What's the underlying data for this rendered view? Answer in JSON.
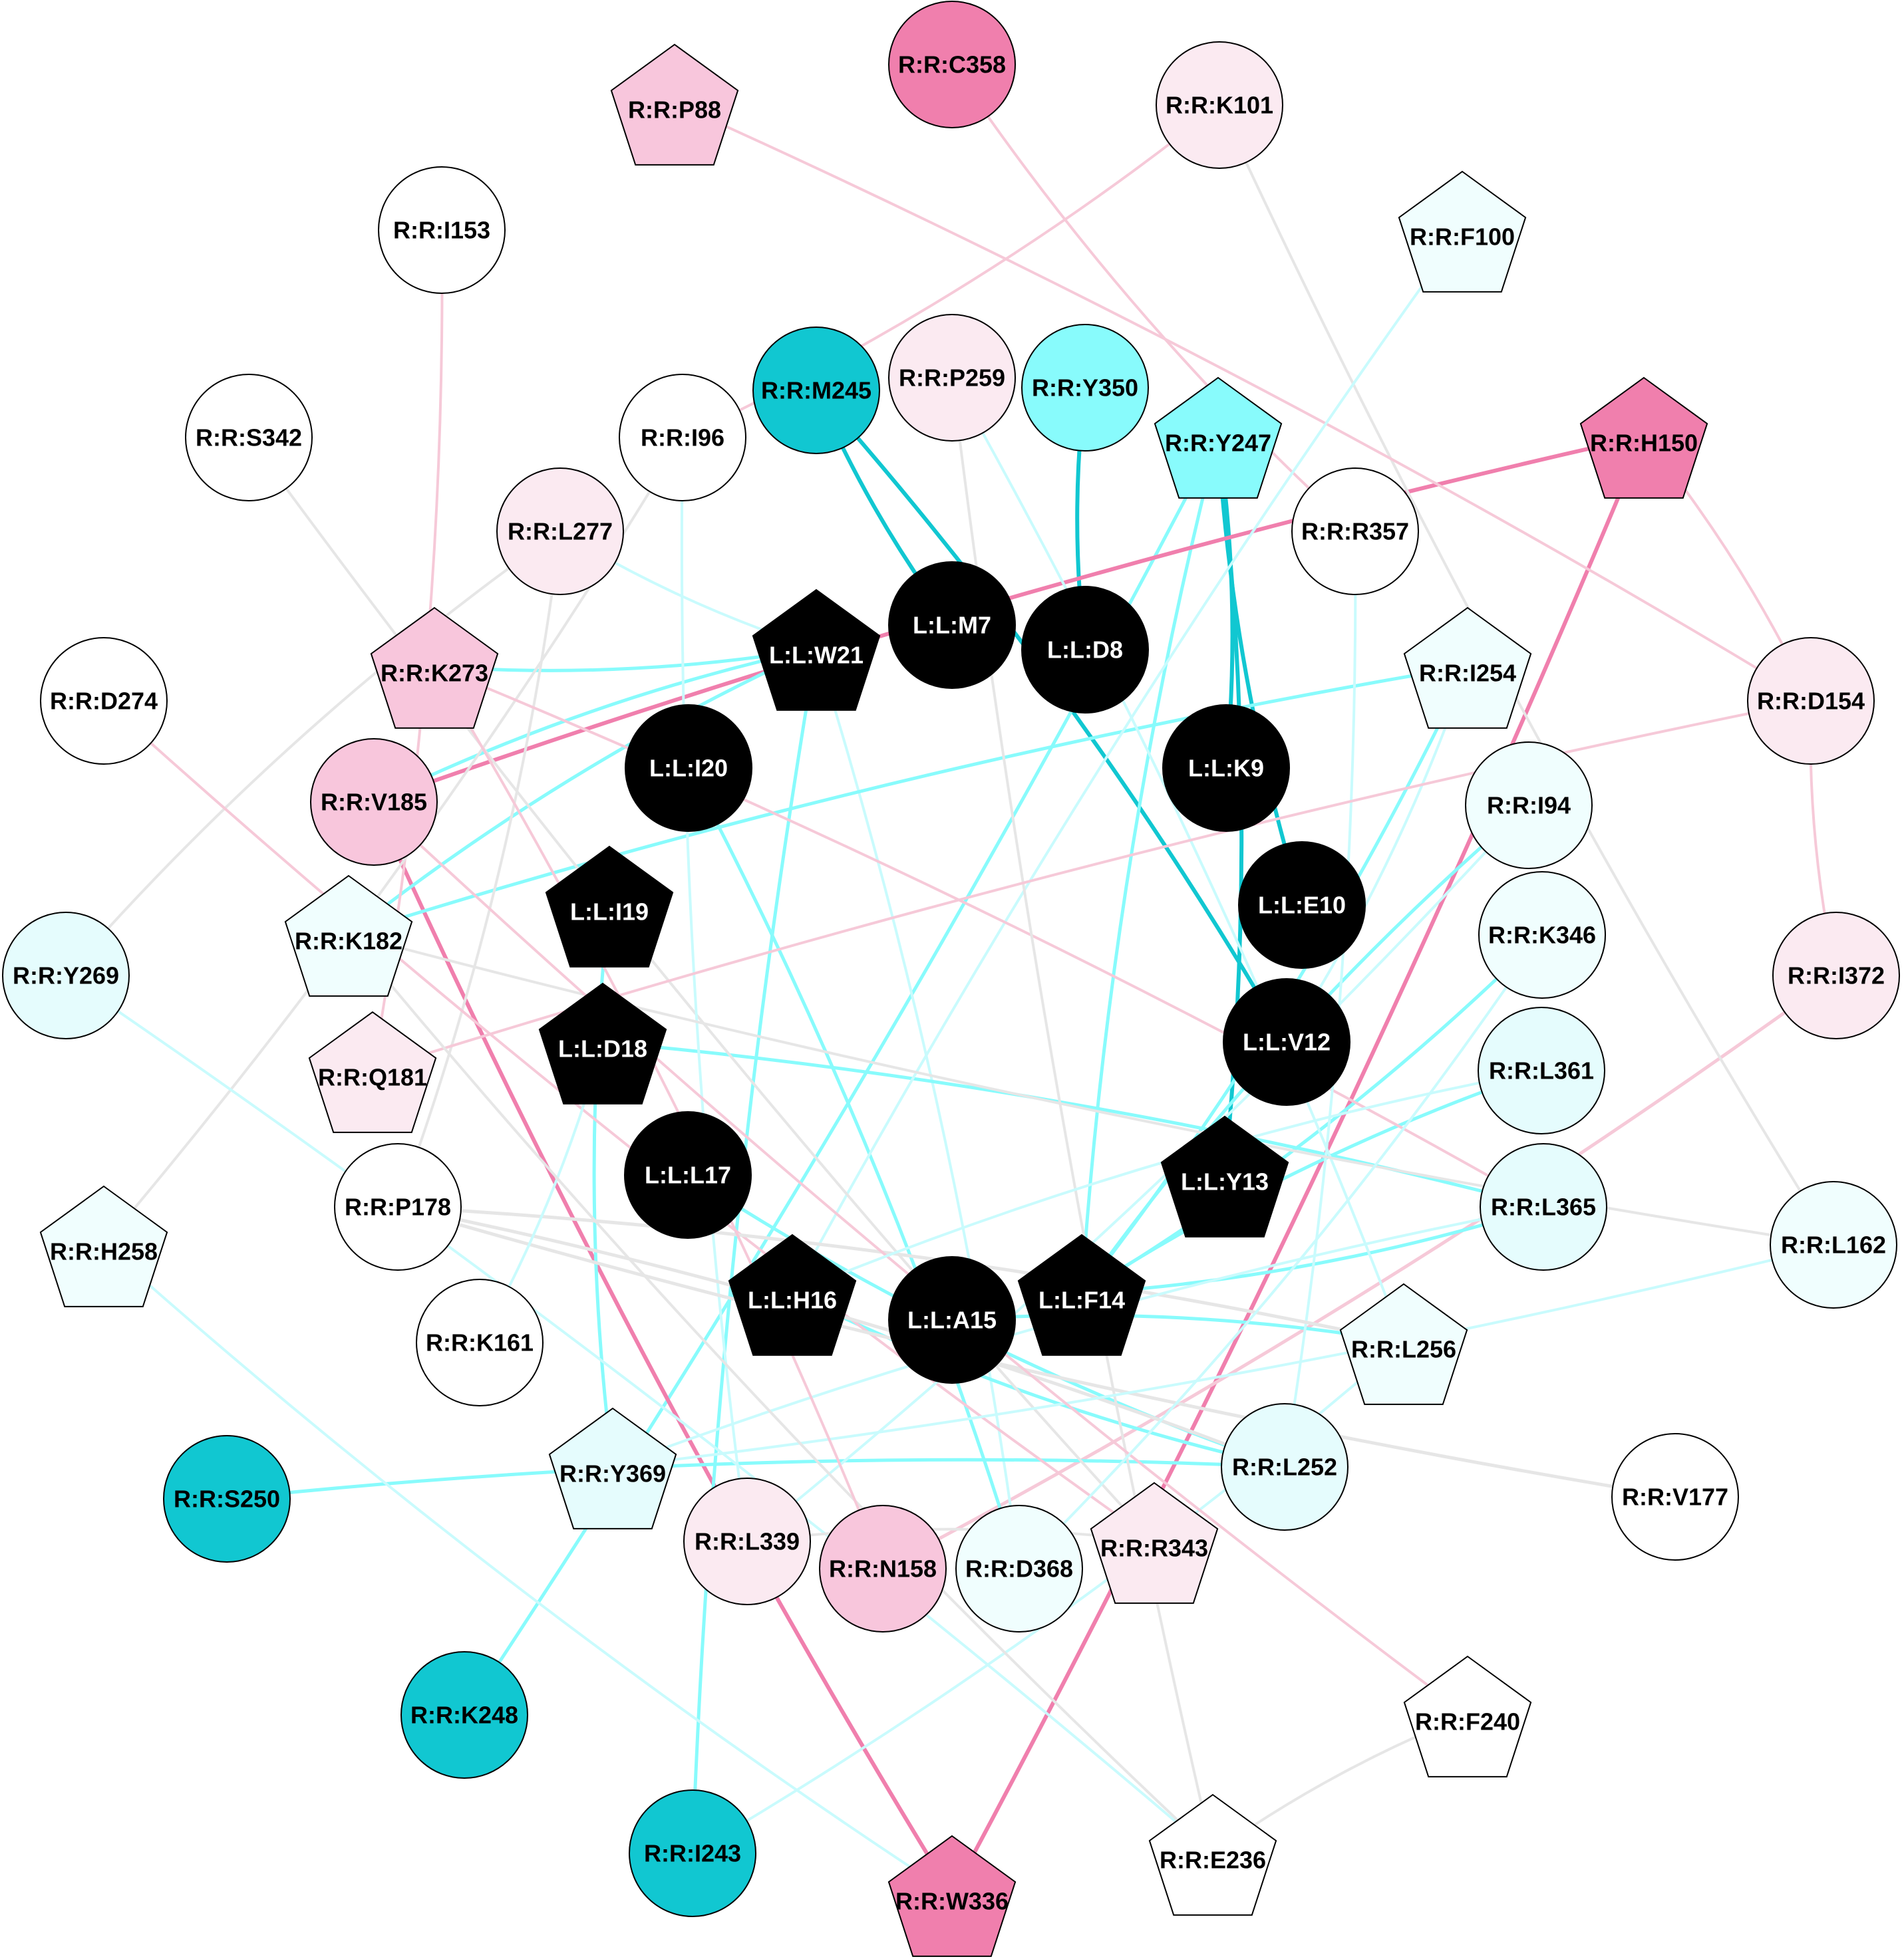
{
  "colors": {
    "ligand": "#000000",
    "dark_teal": "#11c7d1",
    "cyan": "#88fbfc",
    "light_cyan": "#e5fcfd",
    "pale_cyan": "#f0fefe",
    "hot_pink": "#f07fad",
    "pink": "#f8c6dc",
    "pale_pink": "#fbeaf1",
    "white": "#ffffff",
    "edge_grey": "#e6e6e6",
    "edge_pink": "#f6c9d8",
    "edge_light_cyan": "#c9fbfd"
  },
  "nodes": [
    {
      "id": "R:R:P88",
      "label": "R:R:P88",
      "shape": "pentagon",
      "fill": "pink",
      "ligand": false
    },
    {
      "id": "R:R:C358",
      "label": "R:R:C358",
      "shape": "circle",
      "fill": "hot_pink",
      "ligand": false
    },
    {
      "id": "R:R:K101",
      "label": "R:R:K101",
      "shape": "circle",
      "fill": "pale_pink",
      "ligand": false
    },
    {
      "id": "R:R:I153",
      "label": "R:R:I153",
      "shape": "circle",
      "fill": "white",
      "ligand": false
    },
    {
      "id": "R:R:F100",
      "label": "R:R:F100",
      "shape": "pentagon",
      "fill": "pale_cyan",
      "ligand": false
    },
    {
      "id": "R:R:M245",
      "label": "R:R:M245",
      "shape": "circle",
      "fill": "dark_teal",
      "ligand": false
    },
    {
      "id": "R:R:P259",
      "label": "R:R:P259",
      "shape": "circle",
      "fill": "pale_pink",
      "ligand": false
    },
    {
      "id": "R:R:Y350",
      "label": "R:R:Y350",
      "shape": "circle",
      "fill": "cyan",
      "ligand": false
    },
    {
      "id": "R:R:Y247",
      "label": "R:R:Y247",
      "shape": "pentagon",
      "fill": "cyan",
      "ligand": false
    },
    {
      "id": "R:R:H150",
      "label": "R:R:H150",
      "shape": "pentagon",
      "fill": "hot_pink",
      "ligand": false
    },
    {
      "id": "R:R:S342",
      "label": "R:R:S342",
      "shape": "circle",
      "fill": "white",
      "ligand": false
    },
    {
      "id": "R:R:I96",
      "label": "R:R:I96",
      "shape": "circle",
      "fill": "white",
      "ligand": false
    },
    {
      "id": "R:R:L277",
      "label": "R:R:L277",
      "shape": "circle",
      "fill": "pale_pink",
      "ligand": false
    },
    {
      "id": "R:R:R357",
      "label": "R:R:R357",
      "shape": "circle",
      "fill": "white",
      "ligand": false
    },
    {
      "id": "R:R:K273",
      "label": "R:R:K273",
      "shape": "pentagon",
      "fill": "pink",
      "ligand": false
    },
    {
      "id": "R:R:I254",
      "label": "R:R:I254",
      "shape": "pentagon",
      "fill": "pale_cyan",
      "ligand": false
    },
    {
      "id": "R:R:D154",
      "label": "R:R:D154",
      "shape": "circle",
      "fill": "pale_pink",
      "ligand": false
    },
    {
      "id": "R:R:D274",
      "label": "R:R:D274",
      "shape": "circle",
      "fill": "white",
      "ligand": false
    },
    {
      "id": "R:R:V185",
      "label": "R:R:V185",
      "shape": "circle",
      "fill": "pink",
      "ligand": false
    },
    {
      "id": "R:R:I94",
      "label": "R:R:I94",
      "shape": "circle",
      "fill": "pale_cyan",
      "ligand": false
    },
    {
      "id": "R:R:K182",
      "label": "R:R:K182",
      "shape": "pentagon",
      "fill": "pale_cyan",
      "ligand": false
    },
    {
      "id": "R:R:K346",
      "label": "R:R:K346",
      "shape": "circle",
      "fill": "pale_cyan",
      "ligand": false
    },
    {
      "id": "R:R:Y269",
      "label": "R:R:Y269",
      "shape": "circle",
      "fill": "light_cyan",
      "ligand": false
    },
    {
      "id": "R:R:I372",
      "label": "R:R:I372",
      "shape": "circle",
      "fill": "pale_pink",
      "ligand": false
    },
    {
      "id": "R:R:Q181",
      "label": "R:R:Q181",
      "shape": "pentagon",
      "fill": "pale_pink",
      "ligand": false
    },
    {
      "id": "R:R:L361",
      "label": "R:R:L361",
      "shape": "circle",
      "fill": "light_cyan",
      "ligand": false
    },
    {
      "id": "R:R:P178",
      "label": "R:R:P178",
      "shape": "circle",
      "fill": "white",
      "ligand": false
    },
    {
      "id": "R:R:L365",
      "label": "R:R:L365",
      "shape": "circle",
      "fill": "light_cyan",
      "ligand": false
    },
    {
      "id": "R:R:H258",
      "label": "R:R:H258",
      "shape": "pentagon",
      "fill": "pale_cyan",
      "ligand": false
    },
    {
      "id": "R:R:L162",
      "label": "R:R:L162",
      "shape": "circle",
      "fill": "pale_cyan",
      "ligand": false
    },
    {
      "id": "R:R:K161",
      "label": "R:R:K161",
      "shape": "circle",
      "fill": "white",
      "ligand": false
    },
    {
      "id": "R:R:L256",
      "label": "R:R:L256",
      "shape": "pentagon",
      "fill": "pale_cyan",
      "ligand": false
    },
    {
      "id": "R:R:Y369",
      "label": "R:R:Y369",
      "shape": "pentagon",
      "fill": "light_cyan",
      "ligand": false
    },
    {
      "id": "R:R:L252",
      "label": "R:R:L252",
      "shape": "circle",
      "fill": "light_cyan",
      "ligand": false
    },
    {
      "id": "R:R:V177",
      "label": "R:R:V177",
      "shape": "circle",
      "fill": "white",
      "ligand": false
    },
    {
      "id": "R:R:S250",
      "label": "R:R:S250",
      "shape": "circle",
      "fill": "dark_teal",
      "ligand": false
    },
    {
      "id": "R:R:L339",
      "label": "R:R:L339",
      "shape": "circle",
      "fill": "pale_pink",
      "ligand": false
    },
    {
      "id": "R:R:N158",
      "label": "R:R:N158",
      "shape": "circle",
      "fill": "pink",
      "ligand": false
    },
    {
      "id": "R:R:D368",
      "label": "R:R:D368",
      "shape": "circle",
      "fill": "pale_cyan",
      "ligand": false
    },
    {
      "id": "R:R:R343",
      "label": "R:R:R343",
      "shape": "pentagon",
      "fill": "pale_pink",
      "ligand": false
    },
    {
      "id": "R:R:K248",
      "label": "R:R:K248",
      "shape": "circle",
      "fill": "dark_teal",
      "ligand": false
    },
    {
      "id": "R:R:F240",
      "label": "R:R:F240",
      "shape": "pentagon",
      "fill": "white",
      "ligand": false
    },
    {
      "id": "R:R:I243",
      "label": "R:R:I243",
      "shape": "circle",
      "fill": "dark_teal",
      "ligand": false
    },
    {
      "id": "R:R:E236",
      "label": "R:R:E236",
      "shape": "pentagon",
      "fill": "white",
      "ligand": false
    },
    {
      "id": "R:R:W336",
      "label": "R:R:W336",
      "shape": "pentagon",
      "fill": "hot_pink",
      "ligand": false
    },
    {
      "id": "L:L:W21",
      "label": "L:L:W21",
      "shape": "pentagon",
      "fill": "ligand",
      "ligand": true
    },
    {
      "id": "L:L:M7",
      "label": "L:L:M7",
      "shape": "circle",
      "fill": "ligand",
      "ligand": true
    },
    {
      "id": "L:L:D8",
      "label": "L:L:D8",
      "shape": "circle",
      "fill": "ligand",
      "ligand": true
    },
    {
      "id": "L:L:I20",
      "label": "L:L:I20",
      "shape": "circle",
      "fill": "ligand",
      "ligand": true
    },
    {
      "id": "L:L:K9",
      "label": "L:L:K9",
      "shape": "circle",
      "fill": "ligand",
      "ligand": true
    },
    {
      "id": "L:L:I19",
      "label": "L:L:I19",
      "shape": "pentagon",
      "fill": "ligand",
      "ligand": true
    },
    {
      "id": "L:L:E10",
      "label": "L:L:E10",
      "shape": "circle",
      "fill": "ligand",
      "ligand": true
    },
    {
      "id": "L:L:D18",
      "label": "L:L:D18",
      "shape": "pentagon",
      "fill": "ligand",
      "ligand": true
    },
    {
      "id": "L:L:V12",
      "label": "L:L:V12",
      "shape": "circle",
      "fill": "ligand",
      "ligand": true
    },
    {
      "id": "L:L:L17",
      "label": "L:L:L17",
      "shape": "circle",
      "fill": "ligand",
      "ligand": true
    },
    {
      "id": "L:L:Y13",
      "label": "L:L:Y13",
      "shape": "pentagon",
      "fill": "ligand",
      "ligand": true
    },
    {
      "id": "L:L:H16",
      "label": "L:L:H16",
      "shape": "pentagon",
      "fill": "ligand",
      "ligand": true
    },
    {
      "id": "L:L:A15",
      "label": "L:L:A15",
      "shape": "circle",
      "fill": "ligand",
      "ligand": true
    },
    {
      "id": "L:L:F14",
      "label": "L:L:F14",
      "shape": "pentagon",
      "fill": "ligand",
      "ligand": true
    }
  ],
  "edges": [
    {
      "source": "R:R:M245",
      "target": "L:L:M7",
      "color": "dark_teal",
      "weight": "strong"
    },
    {
      "source": "R:R:M245",
      "target": "L:L:V12",
      "color": "dark_teal",
      "weight": "strong"
    },
    {
      "source": "R:R:Y350",
      "target": "L:L:D8",
      "color": "dark_teal",
      "weight": "strong"
    },
    {
      "source": "R:R:Y247",
      "target": "L:L:K9",
      "color": "dark_teal",
      "weight": "strong"
    },
    {
      "source": "R:R:Y247",
      "target": "L:L:E10",
      "color": "dark_teal",
      "weight": "strong"
    },
    {
      "source": "R:R:Y247",
      "target": "L:L:Y13",
      "color": "dark_teal",
      "weight": "strong"
    },
    {
      "source": "R:R:Y247",
      "target": "L:L:F14",
      "color": "cyan",
      "weight": "medium"
    },
    {
      "source": "R:R:Y247",
      "target": "R:R:K248",
      "color": "cyan",
      "weight": "medium"
    },
    {
      "source": "R:R:H150",
      "target": "R:R:V185",
      "color": "hot_pink",
      "weight": "strong"
    },
    {
      "source": "R:R:H150",
      "target": "R:R:W336",
      "color": "hot_pink",
      "weight": "strong"
    },
    {
      "source": "R:R:V185",
      "target": "R:R:W336",
      "color": "hot_pink",
      "weight": "strong"
    },
    {
      "source": "R:R:H150",
      "target": "R:R:D154",
      "color": "edge_pink",
      "weight": "light"
    },
    {
      "source": "R:R:D154",
      "target": "R:R:I372",
      "color": "edge_pink",
      "weight": "light"
    },
    {
      "source": "R:R:I372",
      "target": "R:R:N158",
      "color": "edge_pink",
      "weight": "medium"
    },
    {
      "source": "L:L:W21",
      "target": "R:R:K182",
      "color": "cyan",
      "weight": "medium"
    },
    {
      "source": "L:L:W21",
      "target": "R:R:K273",
      "color": "cyan",
      "weight": "medium"
    },
    {
      "source": "L:L:W21",
      "target": "R:R:V185",
      "color": "cyan",
      "weight": "medium"
    },
    {
      "source": "L:L:W21",
      "target": "R:R:L277",
      "color": "edge_light_cyan",
      "weight": "light"
    },
    {
      "source": "L:L:W21",
      "target": "R:R:I243",
      "color": "cyan",
      "weight": "medium"
    },
    {
      "source": "L:L:W21",
      "target": "R:R:D368",
      "color": "edge_light_cyan",
      "weight": "light"
    },
    {
      "source": "L:L:I19",
      "target": "R:R:Y369",
      "color": "cyan",
      "weight": "medium"
    },
    {
      "source": "L:L:D18",
      "target": "R:R:L365",
      "color": "cyan",
      "weight": "medium"
    },
    {
      "source": "L:L:L17",
      "target": "R:R:L252",
      "color": "cyan",
      "weight": "medium"
    },
    {
      "source": "L:L:I20",
      "target": "R:R:D368",
      "color": "cyan",
      "weight": "medium"
    },
    {
      "source": "L:L:F14",
      "target": "R:R:L365",
      "color": "cyan",
      "weight": "medium"
    },
    {
      "source": "L:L:F14",
      "target": "R:R:L361",
      "color": "cyan",
      "weight": "medium"
    },
    {
      "source": "L:L:F14",
      "target": "R:R:K346",
      "color": "cyan",
      "weight": "medium"
    },
    {
      "source": "L:L:F14",
      "target": "R:R:I94",
      "color": "cyan",
      "weight": "medium"
    },
    {
      "source": "L:L:F14",
      "target": "R:R:I254",
      "color": "cyan",
      "weight": "medium"
    },
    {
      "source": "L:L:A15",
      "target": "R:R:L256",
      "color": "cyan",
      "weight": "medium"
    },
    {
      "source": "L:L:H16",
      "target": "R:R:L252",
      "color": "cyan",
      "weight": "medium"
    },
    {
      "source": "R:R:S250",
      "target": "R:R:L252",
      "color": "cyan",
      "weight": "medium"
    },
    {
      "source": "R:R:I254",
      "target": "R:R:K182",
      "color": "cyan",
      "weight": "medium"
    },
    {
      "source": "R:R:I254",
      "target": "L:L:V12",
      "color": "edge_light_cyan",
      "weight": "light"
    },
    {
      "source": "R:R:K101",
      "target": "R:R:L162",
      "color": "edge_grey",
      "weight": "light"
    },
    {
      "source": "R:R:K101",
      "target": "R:R:I96",
      "color": "edge_pink",
      "weight": "light"
    },
    {
      "source": "R:R:C358",
      "target": "R:R:R357",
      "color": "edge_pink",
      "weight": "light"
    },
    {
      "source": "R:R:P88",
      "target": "R:R:D154",
      "color": "edge_pink",
      "weight": "light"
    },
    {
      "source": "R:R:F100",
      "target": "L:L:H16",
      "color": "edge_light_cyan",
      "weight": "light"
    },
    {
      "source": "R:R:I153",
      "target": "R:R:Q181",
      "color": "edge_pink",
      "weight": "light"
    },
    {
      "source": "R:R:S342",
      "target": "R:R:R343",
      "color": "edge_grey",
      "weight": "light"
    },
    {
      "source": "R:R:I96",
      "target": "R:R:H258",
      "color": "edge_grey",
      "weight": "light"
    },
    {
      "source": "R:R:I96",
      "target": "R:R:L339",
      "color": "edge_light_cyan",
      "weight": "light"
    },
    {
      "source": "R:R:L277",
      "target": "R:R:P178",
      "color": "edge_grey",
      "weight": "light"
    },
    {
      "source": "R:R:L277",
      "target": "R:R:Y269",
      "color": "edge_grey",
      "weight": "light"
    },
    {
      "source": "R:R:K273",
      "target": "R:R:L365",
      "color": "edge_pink",
      "weight": "light"
    },
    {
      "source": "R:R:D274",
      "target": "R:R:R343",
      "color": "edge_pink",
      "weight": "light"
    },
    {
      "source": "R:R:P259",
      "target": "R:R:L256",
      "color": "edge_light_cyan",
      "weight": "light"
    },
    {
      "source": "R:R:P259",
      "target": "R:R:E236",
      "color": "edge_grey",
      "weight": "light"
    },
    {
      "source": "R:R:R357",
      "target": "R:R:L252",
      "color": "edge_light_cyan",
      "weight": "light"
    },
    {
      "source": "R:R:D154",
      "target": "R:R:Q181",
      "color": "edge_pink",
      "weight": "light"
    },
    {
      "source": "R:R:I94",
      "target": "R:R:L339",
      "color": "edge_light_cyan",
      "weight": "light"
    },
    {
      "source": "R:R:K182",
      "target": "R:R:L162",
      "color": "edge_grey",
      "weight": "light"
    },
    {
      "source": "R:R:Y269",
      "target": "R:R:E236",
      "color": "edge_light_cyan",
      "weight": "light"
    },
    {
      "source": "R:R:H258",
      "target": "R:R:W336",
      "color": "edge_light_cyan",
      "weight": "light"
    },
    {
      "source": "R:R:P178",
      "target": "R:R:L252",
      "color": "edge_grey",
      "weight": "medium"
    },
    {
      "source": "R:R:P178",
      "target": "R:R:V177",
      "color": "edge_grey",
      "weight": "medium"
    },
    {
      "source": "R:R:P178",
      "target": "R:R:L256",
      "color": "edge_grey",
      "weight": "medium"
    },
    {
      "source": "R:R:K161",
      "target": "L:L:D18",
      "color": "edge_light_cyan",
      "weight": "light"
    },
    {
      "source": "R:R:L256",
      "target": "R:R:I243",
      "color": "edge_light_cyan",
      "weight": "light"
    },
    {
      "source": "R:R:L365",
      "target": "R:R:Y369",
      "color": "edge_light_cyan",
      "weight": "light"
    },
    {
      "source": "R:R:L162",
      "target": "R:R:Y369",
      "color": "edge_light_cyan",
      "weight": "light"
    },
    {
      "source": "R:R:F240",
      "target": "R:R:E236",
      "color": "edge_grey",
      "weight": "light"
    },
    {
      "source": "R:R:F240",
      "target": "R:R:V185",
      "color": "edge_pink",
      "weight": "light"
    },
    {
      "source": "R:R:R343",
      "target": "R:R:L339",
      "color": "edge_grey",
      "weight": "light"
    },
    {
      "source": "R:R:E236",
      "target": "R:R:K182",
      "color": "edge_grey",
      "weight": "light"
    },
    {
      "source": "R:R:L361",
      "target": "L:L:H16",
      "color": "edge_light_cyan",
      "weight": "light"
    },
    {
      "source": "R:R:K346",
      "target": "R:R:D368",
      "color": "edge_light_cyan",
      "weight": "light"
    },
    {
      "source": "R:R:N158",
      "target": "R:R:K273",
      "color": "edge_pink",
      "weight": "light"
    }
  ]
}
